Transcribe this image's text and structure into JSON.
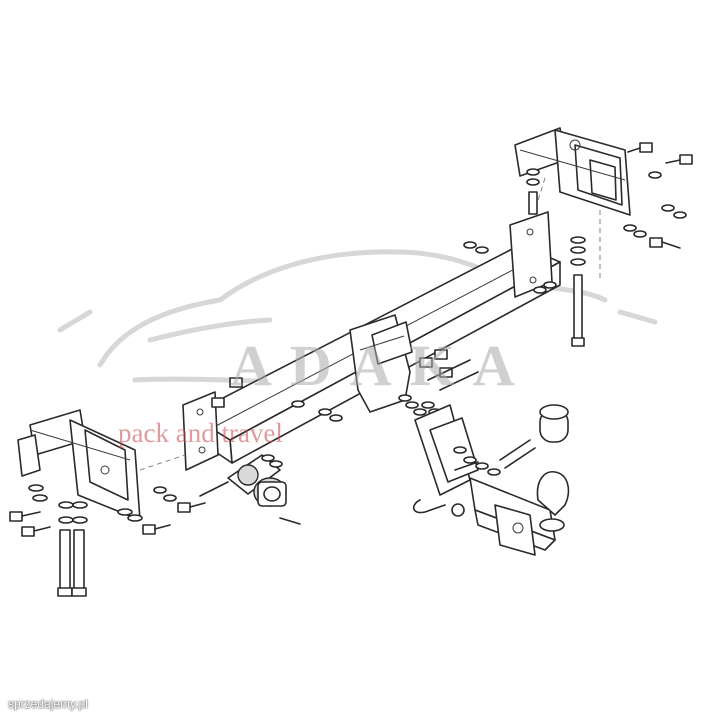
{
  "watermark": {
    "brand": "ADAKA",
    "tagline": "pack and travel",
    "colors": {
      "brand": "#aaaaaa",
      "tagline": "#c44848"
    }
  },
  "credit": "sprzedajemy.pl",
  "icons": [
    "car-silhouette-icon"
  ]
}
